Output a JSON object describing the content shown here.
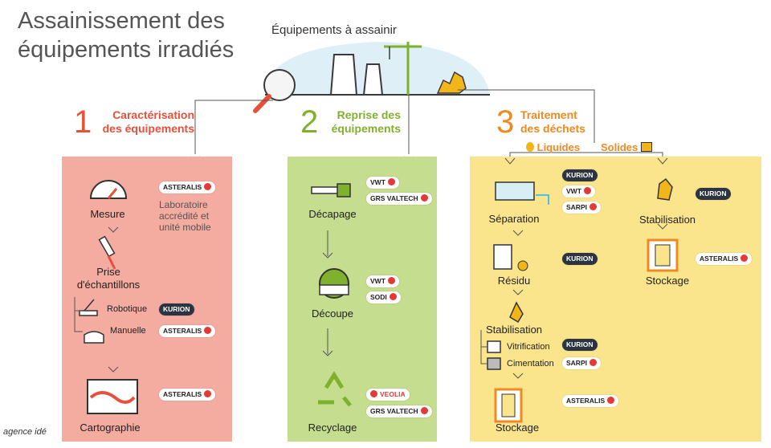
{
  "title": "Assainissement des équipements irradiés",
  "top_label": "Équipements à assainir",
  "steps": [
    {
      "number": "1",
      "title": "Caractérisation des équipements"
    },
    {
      "number": "2",
      "title": "Reprise des équipements"
    },
    {
      "number": "3",
      "title": "Traitement des déchets"
    }
  ],
  "step3_sub": {
    "liquides": "Liquides",
    "solides": "Solides"
  },
  "panel1": {
    "mesure": "Mesure",
    "prise": "Prise d'échantillons",
    "robotique": "Robotique",
    "manuelle": "Manuelle",
    "cartographie": "Cartographie",
    "lab_text": "Laboratoire accrédité et unité mobile"
  },
  "panel2": {
    "decapage": "Décapage",
    "decoupe": "Découpe",
    "recyclage": "Recyclage"
  },
  "panel3": {
    "separation": "Séparation",
    "residu": "Résidu",
    "stabilisation_left": "Stabilisation",
    "vitrification": "Vitrification",
    "cimentation": "Cimentation",
    "stockage_left": "Stockage",
    "stabilisation_right": "Stabilisation",
    "stockage_right": "Stockage"
  },
  "companies": {
    "asteralis": "ASTERALIS",
    "kurion": "KURION",
    "vwt": "VWT",
    "grs": "GRS VALTECH",
    "sodi": "SODI",
    "veolia": "VEOLIA",
    "sarpi": "SARPI"
  },
  "footer": "agence idé",
  "colors": {
    "step1": "#e8503a",
    "step2": "#7fb12f",
    "step3": "#f0891f",
    "panel1": "#f4aba0",
    "panel2": "#c5dd8f",
    "panel3": "#fbe58c"
  }
}
